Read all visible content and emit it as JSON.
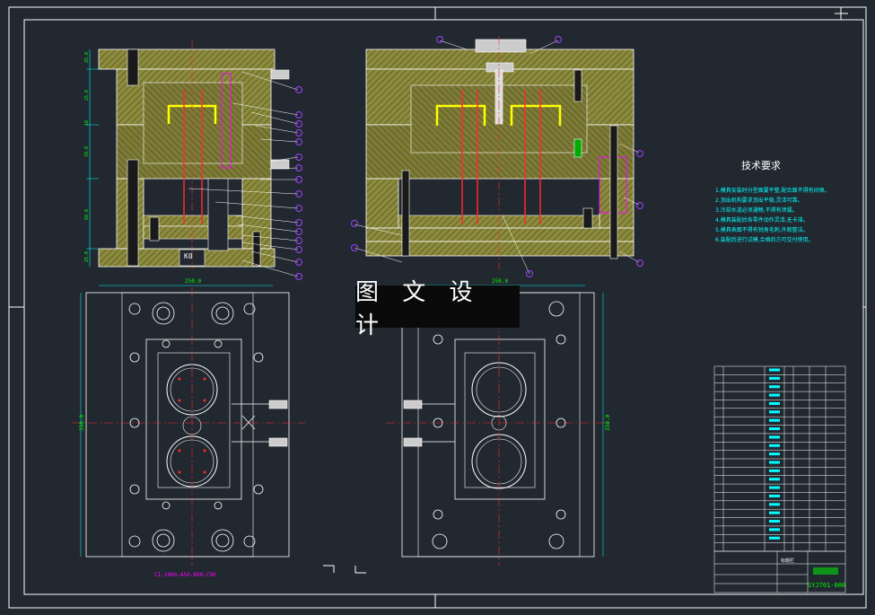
{
  "drawing": {
    "watermark": "图 文 设 计",
    "tech_requirements_title": "技术要求",
    "tech_notes": [
      "1.模具安装时分型面要平整,配合面不得有间隙。",
      "2.顶出机构要求顶出平稳,灵活可靠。",
      "3.冷却水道必须通畅,不得有泄漏。",
      "4.模具装配后各零件动作灵活,无卡滞。",
      "5.模具表面不得有锐角毛刺,外观整洁。",
      "6.装配后进行试模,合格后方可交付使用。"
    ],
    "dimensions": {
      "top_width_left": "250.0",
      "top_width_right": "250.0",
      "side_height_left": "350.0",
      "side_height_right": "350.0"
    },
    "side_view_dims": [
      "25.0",
      "25.0",
      "10",
      "70.0",
      "60.0",
      "25.0"
    ],
    "assembly_label": "CI-2060-A50-B90-C90",
    "kl_label": "K0",
    "drawing_code": "SYJ701-000",
    "table_header": "标题栏",
    "bom_rows": 22,
    "colors": {
      "background": "#212830",
      "frame": "#ffffff",
      "plate_fill": "#8c8a3c",
      "hatch": "#3a3a1a",
      "centerline": "#ff2a2a",
      "dimension": "#00ffff",
      "balloon": "#a040ff",
      "cooling": "#ffff00",
      "label_magenta": "#ff00ff",
      "text_green": "#00ff00"
    }
  }
}
